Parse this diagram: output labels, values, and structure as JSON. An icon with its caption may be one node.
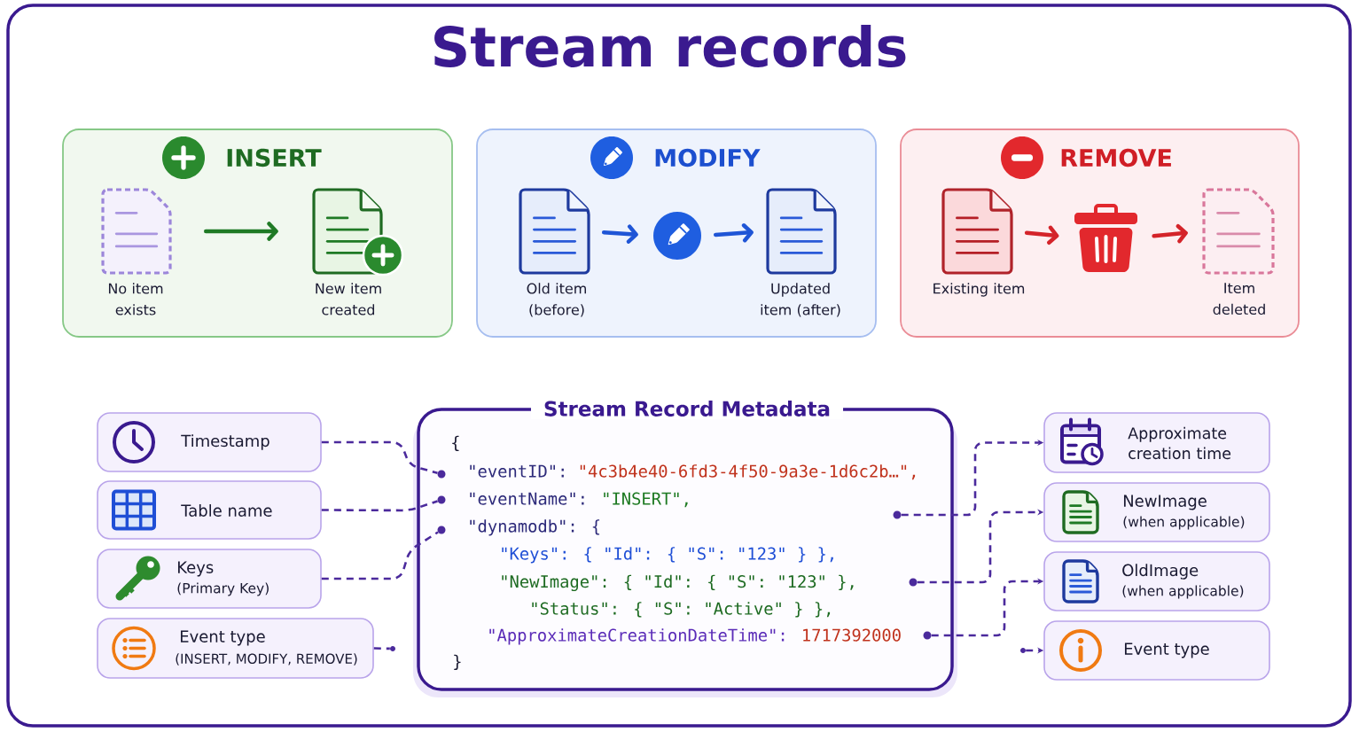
{
  "diagram": {
    "title": "Stream records",
    "nodes": [
      {
        "text": [
          "INSERT"
        ]
      },
      {
        "text": [
          "No item exists"
        ],
        "in": 0
      },
      {
        "text": [
          "New item created"
        ],
        "in": 0
      },
      {
        "text": [
          "MODIFY"
        ]
      },
      {
        "text": [
          "Old item (before)"
        ],
        "in": 3
      },
      {
        "text": [],
        "shape": "circle",
        "in": 3
      },
      {
        "text": [
          "Updated item (after)"
        ],
        "in": 3
      },
      {
        "text": [
          "REMOVE"
        ]
      },
      {
        "text": [
          "Existing item"
        ],
        "in": 7
      },
      {
        "text": [],
        "shape": "picture",
        "in": 7
      },
      {
        "text": [
          "Item deleted"
        ],
        "in": 7
      },
      {
        "text": [
          "Timestamp"
        ]
      },
      {
        "text": [
          "Table name"
        ]
      },
      {
        "text": [
          "Keys",
          "(Primary Key)"
        ]
      },
      {
        "text": [
          "Event type",
          "(INSERT, MODIFY, REMOVE)"
        ]
      },
      {
        "text": [],
        "shape": "circle"
      },
      {
        "text": [
          "Stream Record Metadata",
          "{",
          "\"eventID\":",
          "\"4c3b4e40-6fd3-4f50-9a3e-1d6c2b…\",",
          "\"eventName\":",
          "\"INSERT\",",
          "\"dynamodb\": {",
          "\"Keys\": { \"Id\": { \"S\": \"123\" } },",
          "\"NewImage\": { \"Id\": { \"S\": \"123\" },",
          "\"Status\": { \"S\": \"Active\" } },",
          "\"ApproximateCreationDateTime\":",
          "1717392000",
          "}"
        ]
      },
      {
        "text": [],
        "shape": "circle",
        "in": 16
      },
      {
        "text": [],
        "shape": "circle",
        "in": 16
      },
      {
        "text": [],
        "shape": "circle",
        "in": 16
      },
      {
        "text": [],
        "shape": "circle",
        "in": 16
      },
      {
        "text": [],
        "shape": "circle",
        "in": 16
      },
      {
        "text": [],
        "shape": "circle",
        "in": 16
      },
      {
        "text": [],
        "shape": "circle"
      },
      {
        "text": [
          "Approximate creation time"
        ]
      },
      {
        "text": [
          "NewImage",
          "(when applicable)"
        ]
      },
      {
        "text": [
          "OldImage",
          "(when applicable)"
        ]
      },
      {
        "text": [
          "Event type"
        ]
      }
    ],
    "edges": [
      {
        "from": 1,
        "to": 2,
        "arrow": "to",
        "color": "#1f7a25"
      },
      {
        "from": 4,
        "to": 5,
        "arrow": "to",
        "color": "#1f55d6"
      },
      {
        "from": 5,
        "to": 6,
        "arrow": "to",
        "color": "#1f55d6"
      },
      {
        "from": 8,
        "to": 9,
        "arrow": "to",
        "color": "#d4242a"
      },
      {
        "from": 9,
        "to": 10,
        "arrow": "to",
        "color": "#d4242a"
      },
      {
        "from": 11,
        "to": 17,
        "arrow": "none",
        "style": "dashed"
      },
      {
        "from": 12,
        "to": 18,
        "arrow": "none",
        "style": "dashed"
      },
      {
        "from": 13,
        "to": 19,
        "arrow": "none",
        "style": "dashed"
      },
      {
        "from": 14,
        "to": 15,
        "arrow": "none",
        "style": "dashed"
      },
      {
        "from": 20,
        "to": 24,
        "arrow": "to",
        "style": "dashed"
      },
      {
        "from": 21,
        "to": 25,
        "arrow": "to",
        "style": "dashed"
      },
      {
        "from": 22,
        "to": 26,
        "arrow": "to",
        "style": "dashed"
      },
      {
        "from": 23,
        "to": 27,
        "arrow": "to",
        "style": "dashed"
      }
    ]
  }
}
